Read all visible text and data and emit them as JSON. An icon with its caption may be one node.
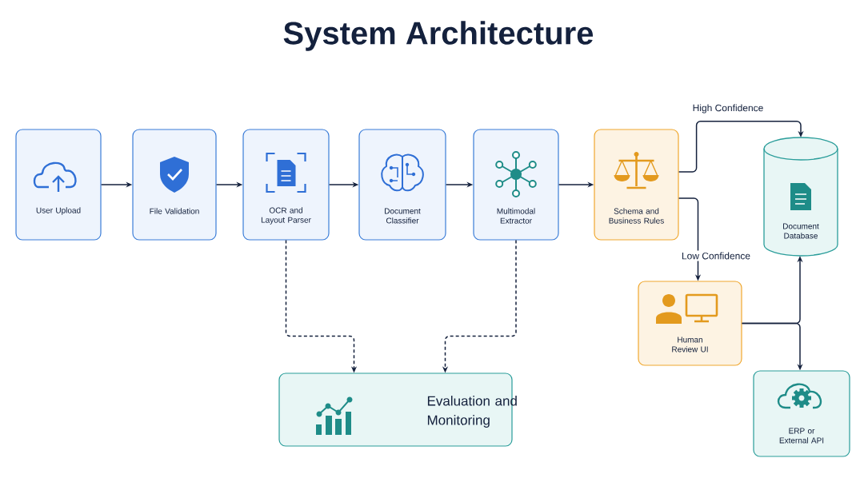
{
  "diagram": {
    "title": "System Architecture",
    "nodes": [
      {
        "text": [
          "User Upload"
        ]
      },
      {
        "text": [
          "File Validation"
        ]
      },
      {
        "text": [
          "OCR and Layout Parser"
        ]
      },
      {
        "text": [
          "Document Classifier"
        ]
      },
      {
        "text": [
          "Multimodal Extractor"
        ]
      },
      {
        "text": [
          "Schema and Business Rules"
        ]
      },
      {
        "text": [
          "Document Database"
        ]
      },
      {
        "text": [
          "Human Review UI"
        ]
      },
      {
        "text": [
          "Evaluation and Monitoring"
        ]
      },
      {
        "text": [
          "ERP or External API"
        ]
      }
    ],
    "edges": [
      {
        "from": 0,
        "to": 1,
        "arrow": "to"
      },
      {
        "from": 1,
        "to": 2,
        "arrow": "to"
      },
      {
        "from": 2,
        "to": 3,
        "arrow": "to"
      },
      {
        "from": 3,
        "to": 4,
        "arrow": "to"
      },
      {
        "from": 4,
        "to": 5,
        "arrow": "to"
      },
      {
        "from": 5,
        "to": 6,
        "arrow": "to",
        "label": "High Confidence"
      },
      {
        "from": 5,
        "to": 7,
        "arrow": "to",
        "label": "Low Confidence"
      },
      {
        "from": 7,
        "to": 6,
        "arrow": "to"
      },
      {
        "from": 7,
        "to": 9,
        "arrow": "to"
      },
      {
        "from": 2,
        "to": 8,
        "arrow": "to",
        "style": "dashed"
      },
      {
        "from": 4,
        "to": 8,
        "arrow": "to",
        "style": "dashed"
      }
    ]
  }
}
